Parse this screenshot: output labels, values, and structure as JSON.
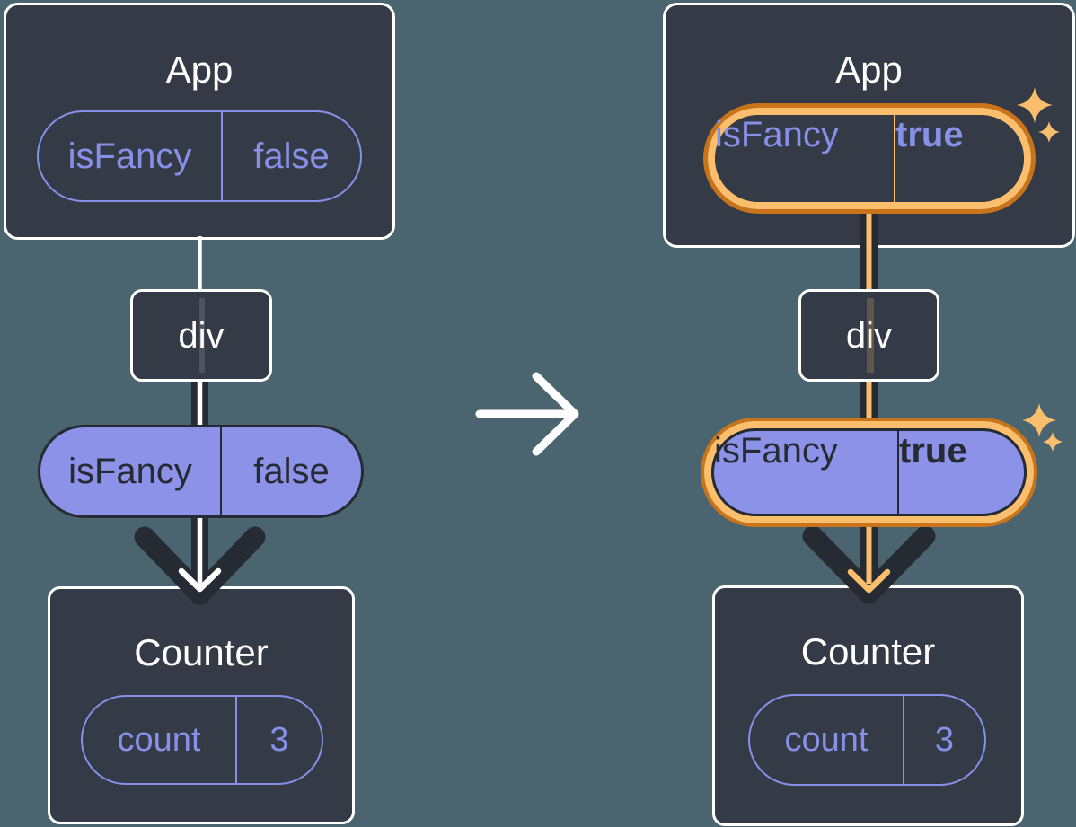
{
  "colors": {
    "bg": "#4A6570",
    "card": "#343A46",
    "card-border": "#FFFFFF",
    "text-light": "#FFFFFF",
    "purple": "#8790E8",
    "purple-fill": "#8B92E8",
    "ink": "#262B33",
    "orange": "#C9741B",
    "orange-light": "#FBBE6C"
  },
  "before": {
    "app": {
      "title": "App",
      "prop_name": "isFancy",
      "prop_value": "false"
    },
    "div_label": "div",
    "passed_prop": {
      "name": "isFancy",
      "value": "false"
    },
    "counter": {
      "title": "Counter",
      "state_name": "count",
      "state_value": "3"
    }
  },
  "after": {
    "app": {
      "title": "App",
      "prop_name": "isFancy",
      "prop_value": "true"
    },
    "div_label": "div",
    "passed_prop": {
      "name": "isFancy",
      "value": "true"
    },
    "counter": {
      "title": "Counter",
      "state_name": "count",
      "state_value": "3"
    }
  }
}
